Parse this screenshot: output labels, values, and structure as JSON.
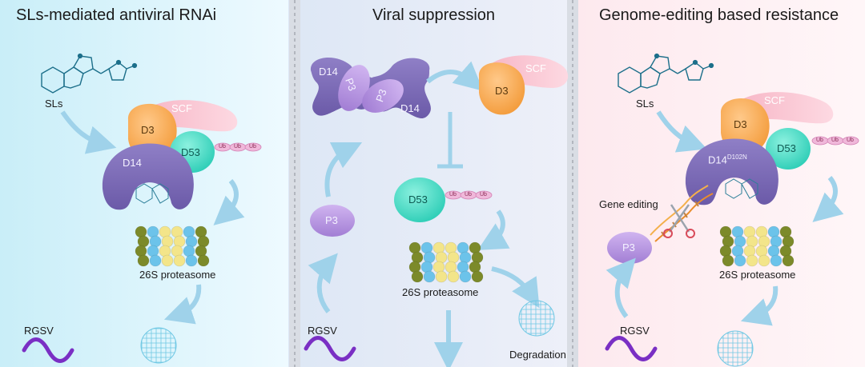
{
  "panels": [
    {
      "title": "SLs-mediated antiviral RNAi",
      "labels": {
        "sls": "SLs",
        "scf": "SCF",
        "d3": "D3",
        "d53": "D53",
        "d14": "D14",
        "ub": [
          "Ub",
          "Ub",
          "Ub"
        ],
        "proteasome": "26S proteasome",
        "rgsv": "RGSV"
      }
    },
    {
      "title": "Viral suppression",
      "labels": {
        "d14_top": "D14",
        "p3_a": "P3",
        "p3_b": "P3",
        "d14_bottom": "D14",
        "scf": "SCF",
        "d3": "D3",
        "d53": "D53",
        "ub": [
          "Ub",
          "Ub",
          "Ub"
        ],
        "p3": "P3",
        "proteasome": "26S proteasome",
        "rgsv": "RGSV",
        "degradation": "Degradation"
      }
    },
    {
      "title": "Genome-editing based resistance",
      "labels": {
        "sls": "SLs",
        "scf": "SCF",
        "d3": "D3",
        "d53": "D53",
        "d14": "D14",
        "d14_sup": "D102N",
        "ub": [
          "Ub",
          "Ub",
          "Ub"
        ],
        "gene_editing": "Gene editing",
        "p3": "P3",
        "proteasome": "26S proteasome",
        "rgsv": "RGSV"
      }
    }
  ],
  "colors": {
    "left_bg": "#e1f5fb",
    "middle_bg": "#eceef8",
    "right_bg": "#fdf0f3",
    "scf": "#f4a3b6",
    "d3": "#f6a94d",
    "d53": "#3ed9c3",
    "d14": "#8471b8",
    "p3": "#b894de",
    "ub": "#e9a3cf",
    "arrow": "#9fd2ea",
    "rgsv": "#7a2fc4",
    "proteasome_olive": "#7c8a2a",
    "proteasome_blue": "#6cc3ea",
    "proteasome_yellow": "#f3e58a"
  }
}
